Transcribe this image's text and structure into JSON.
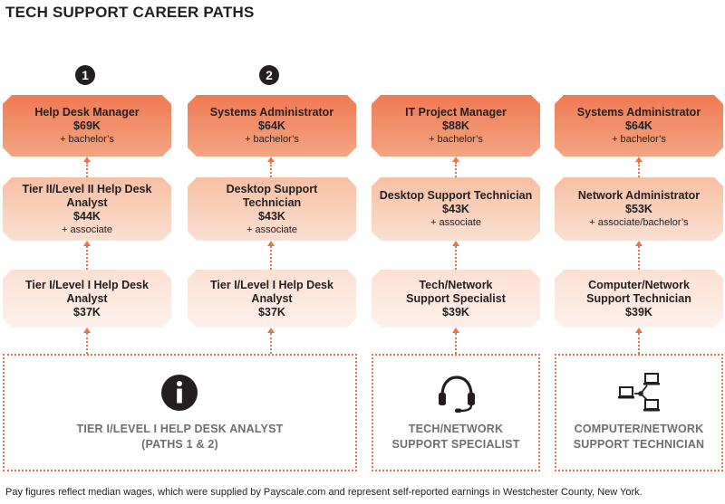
{
  "title": "TECH SUPPORT CAREER PATHS",
  "path_markers": [
    "1",
    "2"
  ],
  "columns": [
    {
      "top": {
        "title": "Help Desk Manager",
        "salary": "$69K",
        "note": "+ bachelor’s"
      },
      "mid": {
        "title1": "Tier II/Level II Help Desk",
        "title2": "Analyst",
        "salary": "$44K",
        "note": "+ associate"
      },
      "base": {
        "title1": "Tier I/Level I Help Desk",
        "title2": "Analyst",
        "salary": "$37K"
      }
    },
    {
      "top": {
        "title": "Systems Administrator",
        "salary": "$64K",
        "note": "+ bachelor’s"
      },
      "mid": {
        "title1": "Desktop Support",
        "title2": "Technician",
        "salary": "$43K",
        "note": "+ associate"
      },
      "base": {
        "title1": "Tier I/Level I Help Desk",
        "title2": "Analyst",
        "salary": "$37K"
      }
    },
    {
      "top": {
        "title": "IT Project Manager",
        "salary": "$88K",
        "note": "+ bachelor’s"
      },
      "mid": {
        "title1": "Desktop Support Technician",
        "title2": "",
        "salary": "$43K",
        "note": "+ associate"
      },
      "base": {
        "title1": "Tech/Network",
        "title2": "Support Specialist",
        "salary": "$39K"
      }
    },
    {
      "top": {
        "title": "Systems Administrator",
        "salary": "$64K",
        "note": "+ bachelor’s"
      },
      "mid": {
        "title1": "Network Administrator",
        "title2": "",
        "salary": "$53K",
        "note": "+ associate/bachelor’s"
      },
      "base": {
        "title1": "Computer/Network",
        "title2": "Support Technician",
        "salary": "$39K"
      }
    }
  ],
  "panels": [
    {
      "line1": "TIER I/LEVEL I HELP DESK ANALYST",
      "line2": "(PATHS 1 & 2)",
      "icon": "info-icon"
    },
    {
      "line1": "TECH/NETWORK",
      "line2": "SUPPORT SPECIALIST",
      "icon": "headset-icon"
    },
    {
      "line1": "COMPUTER/NETWORK",
      "line2": "SUPPORT TECHNICIAN",
      "icon": "network-icon"
    }
  ],
  "footnote": "Pay figures reflect median wages, which were supplied by Payscale.com and represent self-reported earnings in Westchester County, New York.",
  "colors": {
    "accent": "#e8734a",
    "top_box": "#ef7a53",
    "text": "#231f20",
    "panel_text": "#6d6e71"
  }
}
